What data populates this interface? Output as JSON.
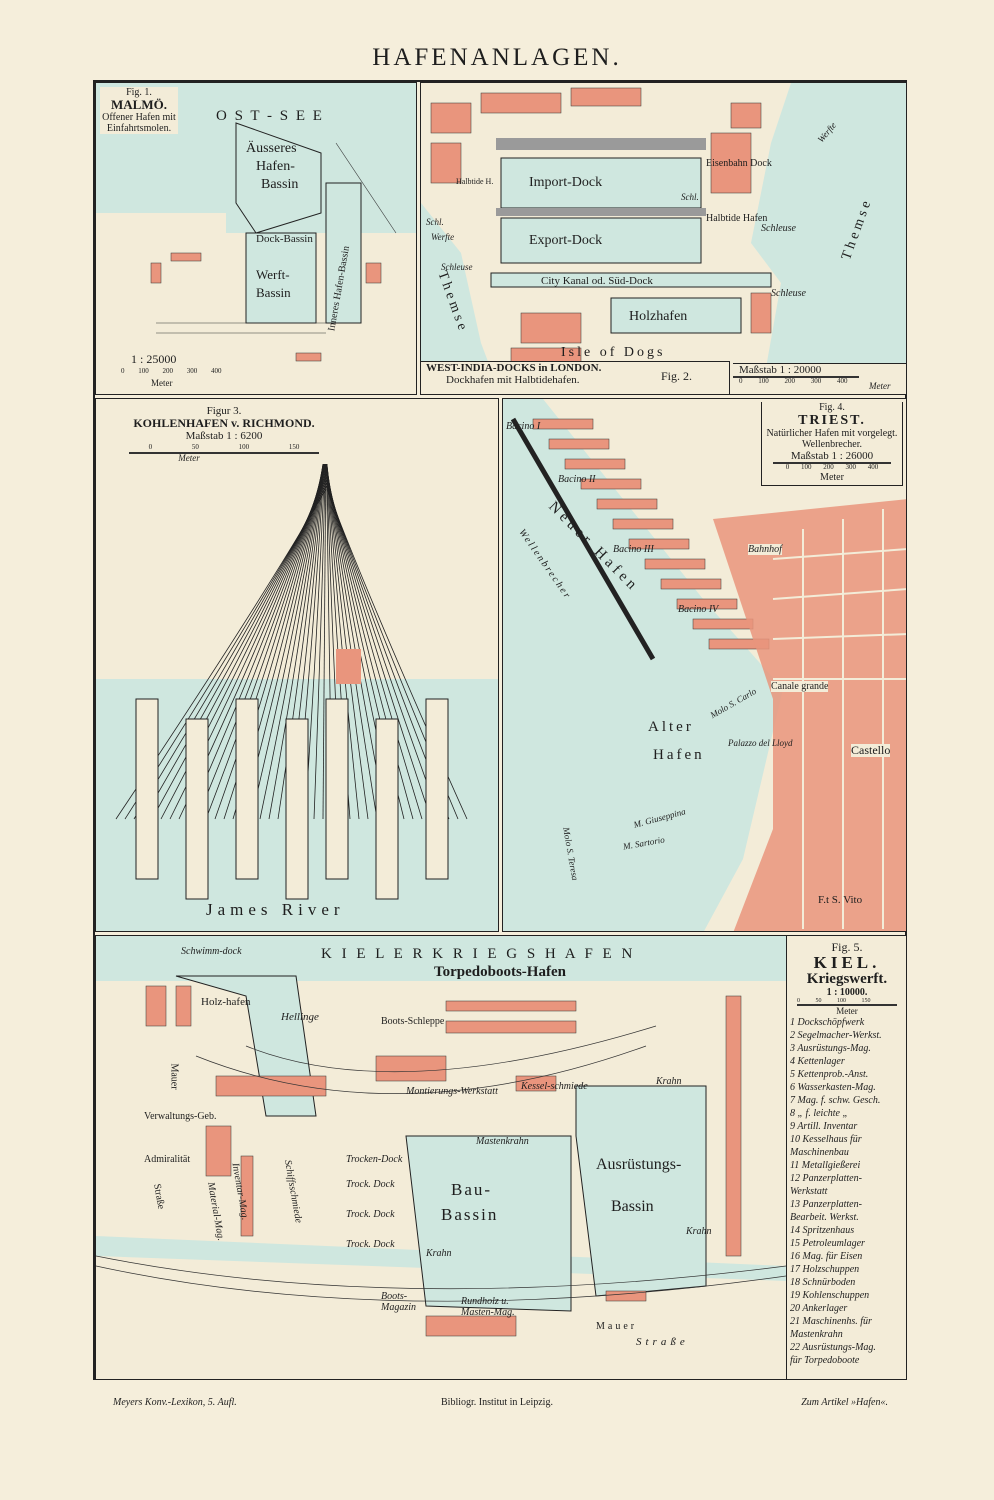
{
  "page_title": "HAFENANLAGEN.",
  "colors": {
    "paper": "#f5eedb",
    "water": "#cfe7df",
    "buildings": "#e9957d",
    "lines": "#222222"
  },
  "fig1": {
    "fig": "Fig. 1.",
    "name": "MALMÖ.",
    "subtitle": "Offener Hafen mit Einfahrtsmolen.",
    "labels": [
      "O S T - S E E",
      "Äusseres",
      "Hafen-",
      "Bassin",
      "Dock-Bassin",
      "Werft-",
      "Bassin",
      "Inneres Hafen-Bassin"
    ],
    "scale": "1 : 25000",
    "scale_ticks": [
      "0",
      "100",
      "200",
      "300",
      "400"
    ],
    "unit": "Meter"
  },
  "fig2": {
    "title": "WEST-INDIA-DOCKS in LONDON.",
    "subtitle": "Dockhafen mit Halbtidehafen.",
    "fig": "Fig. 2.",
    "labels": [
      "Import-Dock",
      "Export-Dock",
      "City Kanal od. Süd-Dock",
      "Holzhafen",
      "Isle of Dogs",
      "Eisenbahn Dock",
      "Halbtide Hafen",
      "Schleuse",
      "Schleuse",
      "Schleuse",
      "Schl.",
      "Schl.",
      "Werfte",
      "Werfte",
      "Halbtide H.",
      "T h e m s e",
      "T h e m s e"
    ],
    "scale": "Maßstab 1 : 20000",
    "scale_ticks": [
      "0",
      "100",
      "200",
      "300",
      "400"
    ],
    "unit": "Meter"
  },
  "fig3": {
    "fig": "Figur 3.",
    "name": "KOHLENHAFEN v. RICHMOND.",
    "scale": "Maßstab 1 : 6200",
    "scale_ticks": [
      "0",
      "50",
      "100",
      "150"
    ],
    "unit": "Meter",
    "labels": [
      "James River"
    ]
  },
  "fig4": {
    "fig": "Fig. 4.",
    "name": "TRIEST.",
    "subtitle": "Natürlicher Hafen mit vorgelegt. Wellenbrecher.",
    "scale": "Maßstab 1 : 26000",
    "scale_ticks": [
      "0",
      "100",
      "200",
      "300",
      "400"
    ],
    "unit": "Meter",
    "labels": [
      "Bacino I",
      "Bacino II",
      "Bacino III",
      "Bacino IV",
      "Neuer Hafen",
      "Wellenbrecher",
      "Bahnhof",
      "Canale grande",
      "Molo S. Carlo",
      "Palazzo del Lloyd",
      "Alter",
      "Hafen",
      "Castello",
      "M. Giuseppina",
      "M. Sartorio",
      "Molo S. Teresa",
      "F.t S. Vito"
    ]
  },
  "fig5": {
    "fig": "Fig. 5.",
    "name": "KIEL.",
    "subtitle": "Kriegswerft.",
    "scale": "1 : 10000.",
    "scale_ticks": [
      "0",
      "50",
      "100",
      "150"
    ],
    "unit": "Meter",
    "labels": [
      "K I E L E R   K R I E G S H A F E N",
      "Torpedoboots-Hafen",
      "Schwimm-dock",
      "Holz-hafen",
      "Hellinge",
      "Boots-Schleppe",
      "Montierungs-Werkstatt",
      "Kessel-schmiede",
      "Krahn",
      "Mastenkrahn",
      "Bau-",
      "Bassin",
      "Ausrüstungs-",
      "Bassin",
      "Krahn",
      "Krahn",
      "Trocken-Dock",
      "Trock. Dock",
      "Trock. Dock",
      "Trock. Dock",
      "Schiffsschmiede",
      "Inventar-Mag.",
      "Material-Mag.",
      "Verwaltungs-Geb.",
      "Admiralität",
      "Mauer",
      "Straße",
      "Mauer",
      "Straße",
      "Boots-Magazin",
      "Rundholz u. Masten-Mag."
    ],
    "legend": [
      "1 Dockschöpfwerk",
      "2 Segelmacher-Werkst.",
      "3 Ausrüstungs-Mag.",
      "4 Kettenlager",
      "5 Kettenprob.-Anst.",
      "6 Wasserkasten-Mag.",
      "7 Mag. f. schw. Gesch.",
      "8  „  f. leichte  „",
      "9 Artill. Inventar",
      "10 Kesselhaus für",
      "   Maschinenbau",
      "11 Metallgießerei",
      "12 Panzerplatten-",
      "   Werkstatt",
      "13 Panzerplatten-",
      "   Bearbeit. Werkst.",
      "14 Spritzenhaus",
      "15 Petroleumlager",
      "16 Mag. für Eisen",
      "17 Holzschuppen",
      "18 Schnürboden",
      "19 Kohlenschuppen",
      "20 Ankerlager",
      "21 Maschinenhs. für",
      "   Mastenkrahn",
      "22 Ausrüstungs-Mag.",
      "   für Torpedoboote"
    ]
  },
  "footer": {
    "left": "Meyers Konv.-Lexikon, 5. Aufl.",
    "center": "Bibliogr. Institut in Leipzig.",
    "right": "Zum Artikel »Hafen«."
  }
}
